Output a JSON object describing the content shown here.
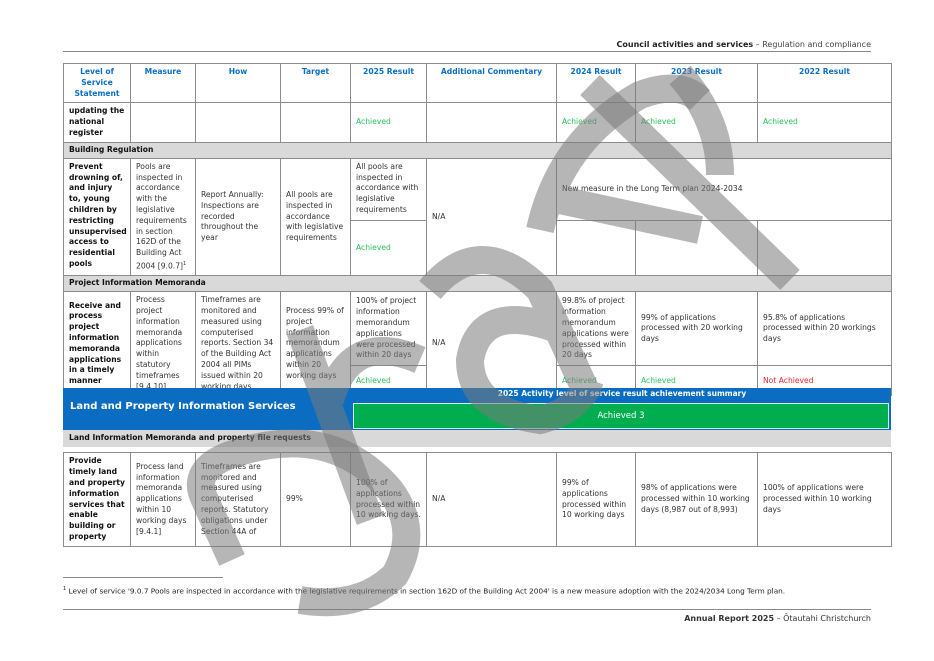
{
  "page_header": {
    "title": "Council activities and services",
    "separator": " – ",
    "subtitle": "Regulation and compliance"
  },
  "table": {
    "headers": [
      "Level of Service Statement",
      "Measure",
      "How",
      "Target",
      "2025 Result",
      "Additional Commentary",
      "2024 Result",
      "2023 Result",
      "2022 Result"
    ],
    "row_continued": {
      "statement": "updating the national register",
      "result_2025": "Achieved",
      "result_2024": "Achieved",
      "result_2023": "Achieved",
      "result_2022": "Achieved"
    },
    "sections": {
      "building_regulation": "Building Regulation",
      "pim": "Project Information Memoranda",
      "lim": "Land Information Memoranda and property file requests"
    },
    "pools_row": {
      "statement": "Prevent drowning of, and injury to, young children by restricting unsupervised access to residential pools",
      "measure": "Pools are inspected in accordance with the legislative requirements in section 162D of the Building Act 2004 [9.0.7]",
      "measure_footnote": "1",
      "how": "Report Annually: Inspections are recorded throughout the year",
      "target": "All pools are inspected in accordance with legislative requirements",
      "result_2025_text": "All pools are inspected in accordance with legislative requirements",
      "result_2025_status": "Achieved",
      "commentary": "N/A",
      "prior_note": "New measure in the Long Term plan 2024-2034"
    },
    "pim_row": {
      "statement": "Receive and process project information memoranda applications in a timely manner",
      "measure": "Process project information memoranda applications within statutory timeframes [9.4.10]",
      "how": "Timeframes are monitored and measured using computerised reports. Section 34 of the Building Act 2004 all PIMs issued within 20 working days",
      "target": "Process 99% of project information memorandum applications within 20 working days",
      "result_2025_text": "100% of project information memorandum applications were processed within 20 days",
      "result_2025_status": "Achieved",
      "commentary": "N/A",
      "result_2024_text": "99.8% of project information memorandum applications were processed within 20 days",
      "result_2024_status": "Achieved",
      "result_2023_text": "99% of applications processed with 20 working days",
      "result_2023_status": "Achieved",
      "result_2022_text": "95.8% of applications processed within 20 workings days",
      "result_2022_status": "Not Achieved"
    },
    "lim_row": {
      "statement": "Provide timely land and property information services that enable building or property",
      "measure": "Process land information memoranda applications within 10 working days [9.4.1]",
      "how": "Timeframes are monitored and measured using computerised reports. Statutory obligations under Section 44A of",
      "target": "99%",
      "result_2025_text": "100% of applications processed within 10 working days.",
      "commentary": "N/A",
      "result_2024_text": "99% of applications processed within 10 working days",
      "result_2023_text": "98% of applications were processed within 10 working days (8,987 out of 8,993)",
      "result_2022_text": "100% of applications were processed within 10 working days"
    }
  },
  "activity_band": {
    "title": "Land and Property Information Services",
    "summary_title": "2025 Activity level of service result achievement summary",
    "summary_value": "Achieved 3"
  },
  "footnote": {
    "marker": "1",
    "text": "Level of service '9.0.7 Pools are inspected in accordance with the legislative requirements in section 162D of the Building Act 2004' is a new measure adoption with the 2024/2034 Long Term plan."
  },
  "page_footer": {
    "title": "Annual Report 2025",
    "separator": " – ",
    "subtitle": "Ōtautahi Christchurch"
  },
  "watermark": {
    "text": "Draft"
  },
  "colors": {
    "header_blue": "#0b6fc7",
    "band_blue": "#0a6dc2",
    "achieved_green": "#2bbf5c",
    "not_achieved_red": "#e8262d",
    "summary_green": "#00ad4f",
    "section_grey": "#d9d9d9"
  }
}
